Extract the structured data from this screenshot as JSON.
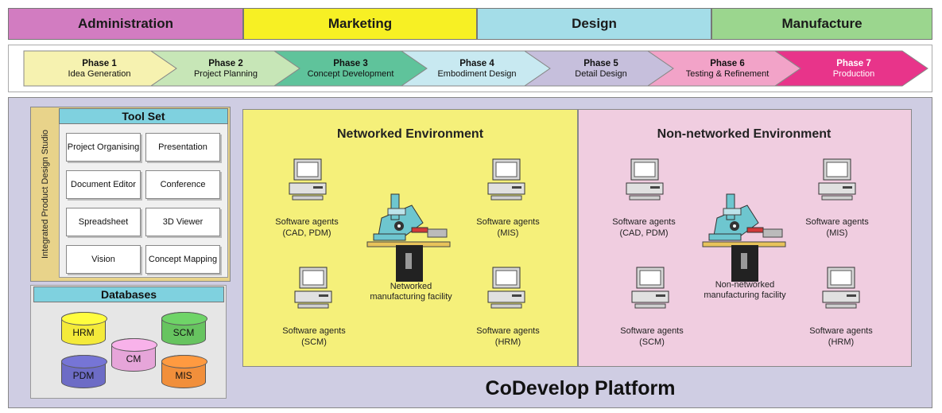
{
  "departments": [
    {
      "label": "Administration",
      "color": "#d27cc1"
    },
    {
      "label": "Marketing",
      "color": "#f7f024"
    },
    {
      "label": "Design",
      "color": "#a4dde8"
    },
    {
      "label": "Manufacture",
      "color": "#9bd68e"
    }
  ],
  "phases": [
    {
      "number": "Phase 1",
      "name": "Idea Generation",
      "color": "#f6f2b0"
    },
    {
      "number": "Phase 2",
      "name": "Project Planning",
      "color": "#c7e6b7"
    },
    {
      "number": "Phase 3",
      "name": "Concept Development",
      "color": "#5fc39b"
    },
    {
      "number": "Phase 4",
      "name": "Embodiment Design",
      "color": "#c8e9f1"
    },
    {
      "number": "Phase 5",
      "name": "Detail Design",
      "color": "#c6bfdc"
    },
    {
      "number": "Phase 6",
      "name": "Testing & Refinement",
      "color": "#f2a3c8"
    },
    {
      "number": "Phase 7",
      "name": "Production",
      "color": "#e8348a"
    }
  ],
  "studio": {
    "label": "Integrated Product Design Studio",
    "toolset_title": "Tool Set",
    "tools": [
      "Project Organising",
      "Presentation",
      "Document Editor",
      "Conference",
      "Spreadsheet",
      "3D Viewer",
      "Vision",
      "Concept Mapping"
    ],
    "databases_title": "Databases",
    "databases": [
      {
        "label": "HRM",
        "color": "#f4ea3a"
      },
      {
        "label": "SCM",
        "color": "#67c460"
      },
      {
        "label": "CM",
        "color": "#e6a5d9"
      },
      {
        "label": "PDM",
        "color": "#6d6cc6"
      },
      {
        "label": "MIS",
        "color": "#f18f3b"
      }
    ]
  },
  "networked": {
    "title": "Networked Environment",
    "color": "#f5f07a",
    "agents": [
      "Software agents\n(CAD, PDM)",
      "Software agents\n(MIS)",
      "Software agents\n(SCM)",
      "Software agents\n(HRM)"
    ],
    "facility": "Networked\nmanufacturing facility"
  },
  "non_networked": {
    "title": "Non-networked Environment",
    "color": "#f0cde0",
    "agents": [
      "Software agents\n(CAD, PDM)",
      "Software agents\n(MIS)",
      "Software agents\n(SCM)",
      "Software agents\n(HRM)"
    ],
    "facility": "Non-networked\nmanufacturing facility"
  },
  "platform_title": "CoDevelop Platform",
  "colors": {
    "platform_bg": "#cfcde3",
    "panel_head": "#7fd1df",
    "studio_bg": "#e8d38a"
  }
}
